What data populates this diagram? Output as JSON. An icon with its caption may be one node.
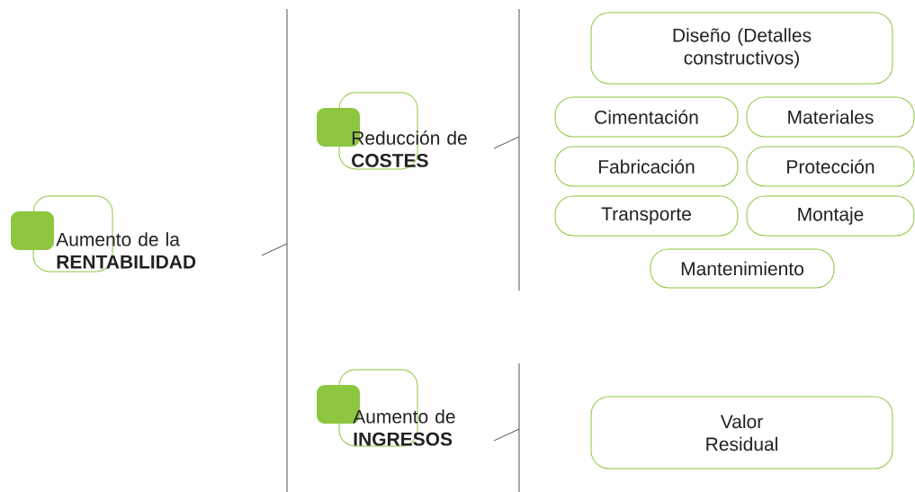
{
  "diagram": {
    "nodes": [
      {
        "text": [
          "Aumento de la **RENTABILIDAD**"
        ]
      },
      {
        "text": [
          "Reducción de **COSTES**"
        ]
      },
      {
        "text": [
          "Aumento de **INGRESOS**"
        ]
      },
      {
        "text": [
          "Diseño (Detalles constructivos)"
        ]
      },
      {
        "text": [
          "Cimentación"
        ]
      },
      {
        "text": [
          "Materiales"
        ]
      },
      {
        "text": [
          "Fabricación"
        ]
      },
      {
        "text": [
          "Protección"
        ]
      },
      {
        "text": [
          "Transporte"
        ]
      },
      {
        "text": [
          "Montaje"
        ]
      },
      {
        "text": [
          "Mantenimiento"
        ]
      },
      {
        "text": [
          "Valor Residual"
        ]
      }
    ]
  }
}
